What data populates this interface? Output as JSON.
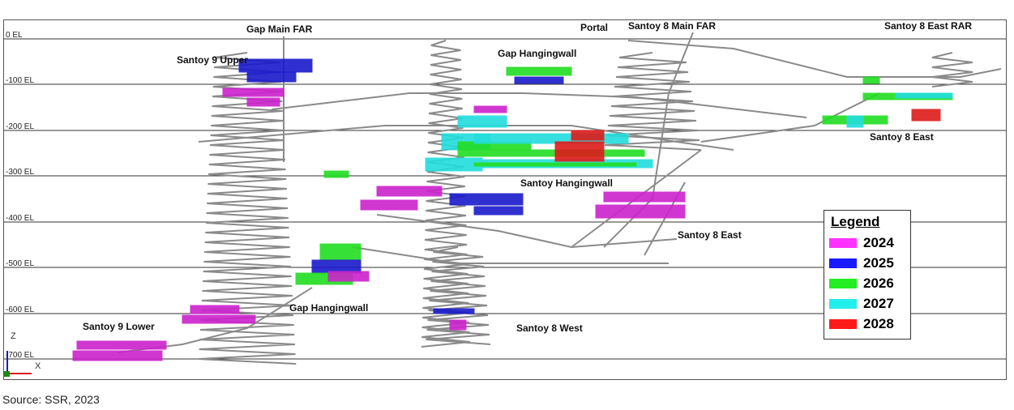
{
  "levels": [
    {
      "label": "0 EL",
      "value": 0
    },
    {
      "label": "-100 EL",
      "value": -100
    },
    {
      "label": "-200 EL",
      "value": -200
    },
    {
      "label": "-300 EL",
      "value": -300
    },
    {
      "label": "-400 EL",
      "value": -400
    },
    {
      "label": "-500 EL",
      "value": -500
    },
    {
      "label": "-600 EL",
      "value": -600
    },
    {
      "label": "-700 EL",
      "value": -700
    }
  ],
  "zones": {
    "gap_main_far": "Gap Main FAR",
    "portal": "Portal",
    "santoy8_main_far": "Santoy 8 Main FAR",
    "santoy8_east_rar": "Santoy 8 East RAR",
    "santoy9_upper": "Santoy 9 Upper",
    "gap_hangingwall_upper": "Gap Hangingwall",
    "santoy8_east_upper": "Santoy 8 East",
    "santoy_hangingwall": "Santoy Hangingwall",
    "santoy8_east_lower": "Santoy 8 East",
    "gap_hangingwall_lower": "Gap Hangingwall",
    "santoy9_lower": "Santoy 9 Lower",
    "santoy8_west": "Santoy 8 West"
  },
  "legend": {
    "title": "Legend",
    "items": [
      {
        "year": "2024",
        "color": "#ff33ff"
      },
      {
        "year": "2025",
        "color": "#1a1aff"
      },
      {
        "year": "2026",
        "color": "#22ee22"
      },
      {
        "year": "2027",
        "color": "#22eeee"
      },
      {
        "year": "2028",
        "color": "#ff1a1a"
      }
    ]
  },
  "axes": {
    "z": "Z",
    "x": "X"
  },
  "source": "Source: SSR, 2023",
  "colors": {
    "development": "#8a8a8a",
    "level_line": "#333333",
    "y2024": "#cc22cc",
    "y2025": "#1a1acc",
    "y2026": "#22dd22",
    "y2027": "#22dddd",
    "y2028": "#dd1a1a"
  }
}
